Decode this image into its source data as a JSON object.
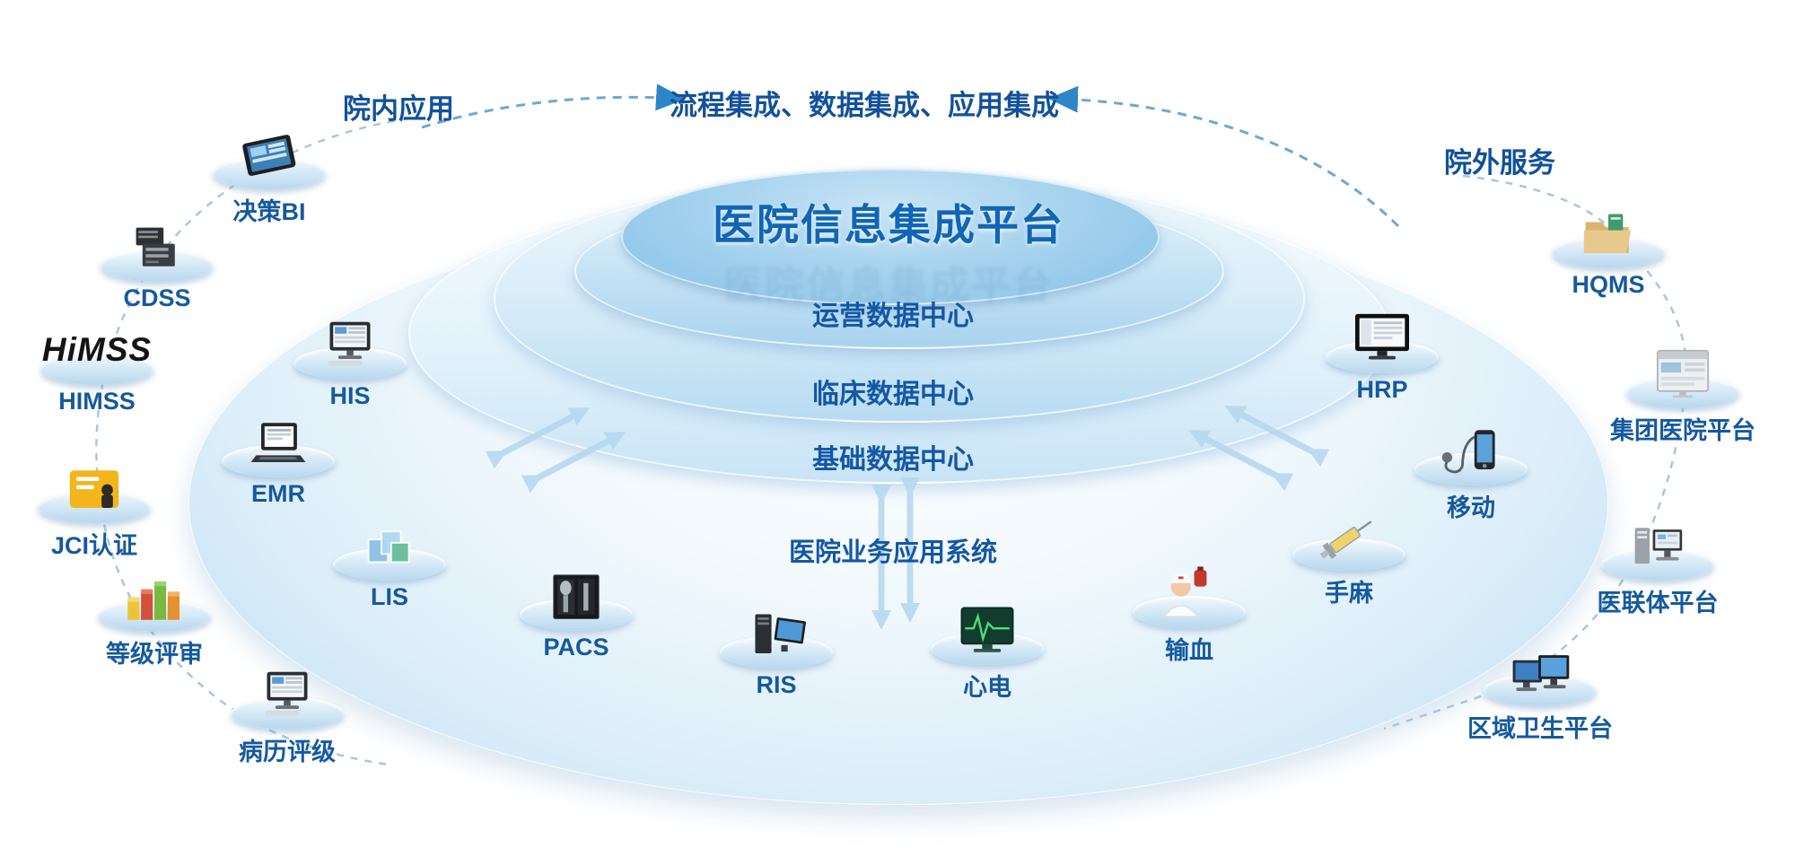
{
  "platform": {
    "title": "医院信息集成平台",
    "tiers": [
      "运营数据中心",
      "临床数据中心",
      "基础数据中心"
    ],
    "base_label": "医院业务应用系统"
  },
  "banner": {
    "label": "流程集成、数据集成、应用集成"
  },
  "groups": {
    "left": "院内应用",
    "right": "院外服务"
  },
  "nodes": [
    {
      "label": "决策BI",
      "icon": "tablet-icon"
    },
    {
      "label": "CDSS",
      "icon": "server-icon"
    },
    {
      "label": "HIMSS",
      "icon": "himss-logo",
      "logo_text": "HiMSS"
    },
    {
      "label": "JCI认证",
      "icon": "certificate-icon"
    },
    {
      "label": "等级评审",
      "icon": "bar-chart-icon"
    },
    {
      "label": "病历评级",
      "icon": "desktop-icon"
    },
    {
      "label": "HIS",
      "icon": "desktop-icon"
    },
    {
      "label": "EMR",
      "icon": "laptop-icon"
    },
    {
      "label": "LIS",
      "icon": "cubes-icon"
    },
    {
      "label": "PACS",
      "icon": "xray-icon"
    },
    {
      "label": "RIS",
      "icon": "workstation-icon"
    },
    {
      "label": "心电",
      "icon": "ecg-monitor-icon"
    },
    {
      "label": "输血",
      "icon": "nurse-icon"
    },
    {
      "label": "手麻",
      "icon": "syringe-icon"
    },
    {
      "label": "移动",
      "icon": "mobile-health-icon"
    },
    {
      "label": "HRP",
      "icon": "monitor-icon"
    },
    {
      "label": "HQMS",
      "icon": "folder-icon"
    },
    {
      "label": "集团医院平台",
      "icon": "webpage-icon"
    },
    {
      "label": "医联体平台",
      "icon": "server-monitor-icon"
    },
    {
      "label": "区域卫生平台",
      "icon": "dual-computer-icon"
    }
  ],
  "colors": {
    "label_text": "#15599f",
    "title_text": "#1165b5",
    "lid_fill": "#9dcdeb",
    "tier_fill": "#cfe7f7",
    "connector_dash": "#9fc3df",
    "arrow_accent": "#2e86c8",
    "wide_arrow": "#b5d7ee"
  }
}
